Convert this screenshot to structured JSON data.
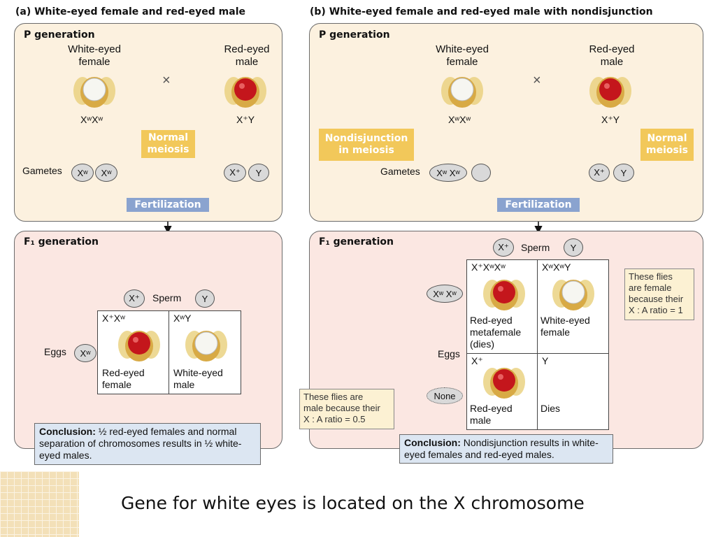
{
  "panel_a": {
    "heading": "(a)  White-eyed female and red-eyed male",
    "p_generation": "P generation",
    "female_label": "White-eyed\nfemale",
    "male_label": "Red-eyed\nmale",
    "cross": "×",
    "female_genotype": "XʷXʷ",
    "male_genotype": "X⁺Y",
    "female_meiosis": "",
    "male_meiosis": "Normal\nmeiosis",
    "gametes_label": "Gametes",
    "female_gametes": [
      "Xʷ",
      "Xʷ"
    ],
    "male_gametes": [
      "X⁺",
      "Y"
    ],
    "fertilization": "Fertilization",
    "f1_generation": "F₁ generation",
    "sperm_label": "Sperm",
    "sperm": [
      "X⁺",
      "Y"
    ],
    "eggs_label": "Eggs",
    "eggs": [
      "Xʷ"
    ],
    "cells": [
      {
        "genotype": "X⁺Xʷ",
        "phenotype": "Red-eyed\nfemale",
        "eye": "red"
      },
      {
        "genotype": "XʷY",
        "phenotype": "White-eyed\nmale",
        "eye": "white"
      }
    ],
    "conclusion_bold": "Conclusion:",
    "conclusion_text": " ½ red-eyed females and normal separation of chromosomes results in ½ white-eyed males."
  },
  "panel_b": {
    "heading": "(b)  White-eyed female and red-eyed male with nondisjunction",
    "p_generation": "P generation",
    "female_label": "White-eyed\nfemale",
    "male_label": "Red-eyed\nmale",
    "cross": "×",
    "female_genotype": "XʷXʷ",
    "male_genotype": "X⁺Y",
    "female_meiosis": "Nondisjunction\nin meiosis",
    "male_meiosis": "Normal\nmeiosis",
    "gametes_label": "Gametes",
    "female_gametes": [
      "Xʷ Xʷ",
      ""
    ],
    "male_gametes": [
      "X⁺",
      "Y"
    ],
    "fertilization": "Fertilization",
    "f1_generation": "F₁ generation",
    "sperm_label": "Sperm",
    "sperm": [
      "X⁺",
      "Y"
    ],
    "eggs_label": "Eggs",
    "eggs": [
      "Xʷ Xʷ",
      "None"
    ],
    "cells": [
      {
        "genotype": "X⁺XʷXʷ",
        "phenotype": "Red-eyed\nmetafemale\n(dies)",
        "eye": "red"
      },
      {
        "genotype": "XʷXʷY",
        "phenotype": "White-eyed\nfemale",
        "eye": "white"
      },
      {
        "genotype": "X⁺",
        "phenotype": "Red-eyed\nmale",
        "eye": "red"
      },
      {
        "genotype": "Y",
        "phenotype": "Dies",
        "eye": "none"
      }
    ],
    "note_female": "These flies\nare female\nbecause their\nX : A ratio = 1",
    "note_male": "These flies are\nmale because their\nX : A ratio = 0.5",
    "conclusion_bold": "Conclusion:",
    "conclusion_text": " Nondisjunction results in white-eyed females and red-eyed males."
  },
  "caption": "Gene for white eyes is located on the X chromosome",
  "colors": {
    "p_panel": "#fcf1df",
    "f1_panel": "#fbe7e2",
    "meiosis_label": "#f2c85a",
    "fertilization_label": "#8aa3cf",
    "conclusion": "#dce6f2",
    "red_eye": "#c4161c",
    "white_eye": "#f4f4f0"
  }
}
